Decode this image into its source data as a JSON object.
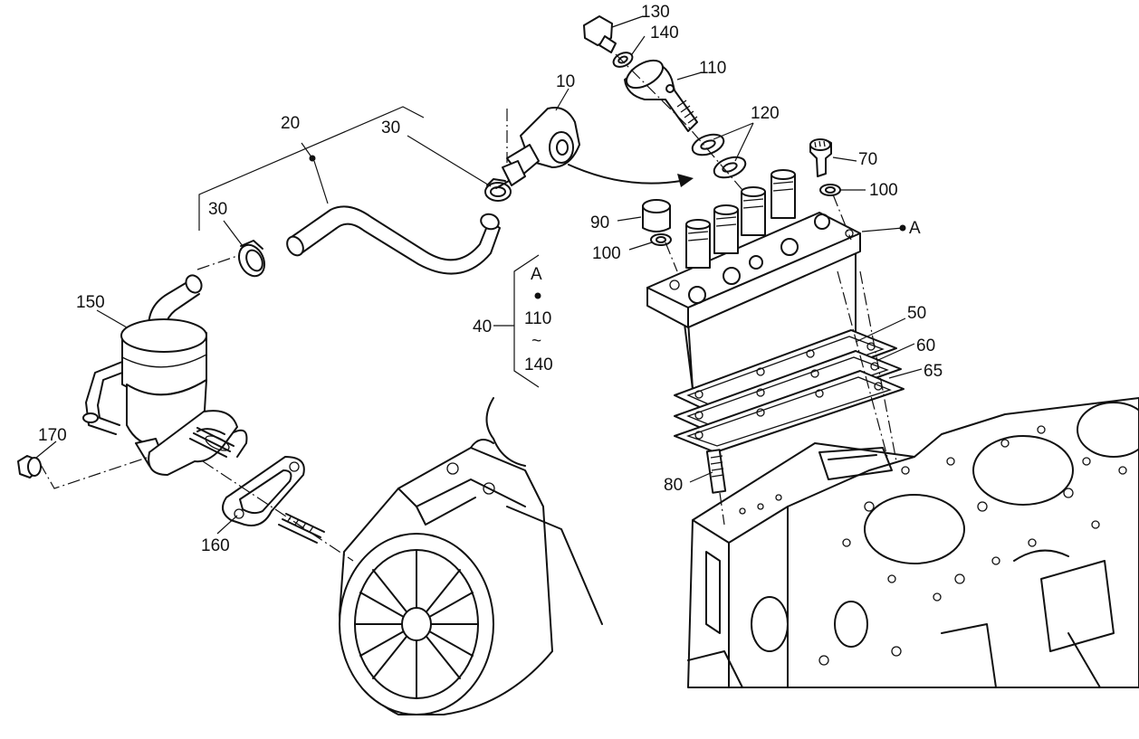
{
  "labels": {
    "p10": "10",
    "p20": "20",
    "p30a": "30",
    "p30b": "30",
    "p40": "40",
    "p50": "50",
    "p60": "60",
    "p65": "65",
    "p70": "70",
    "p80": "80",
    "p90": "90",
    "p100a": "100",
    "p100b": "100",
    "p110": "110",
    "p120": "120",
    "p130": "130",
    "p140": "140",
    "p150": "150",
    "p160": "160",
    "p170": "170",
    "refA": "A"
  },
  "kit": {
    "ref": "A",
    "from": "110",
    "tilde": "~",
    "to": "140"
  }
}
